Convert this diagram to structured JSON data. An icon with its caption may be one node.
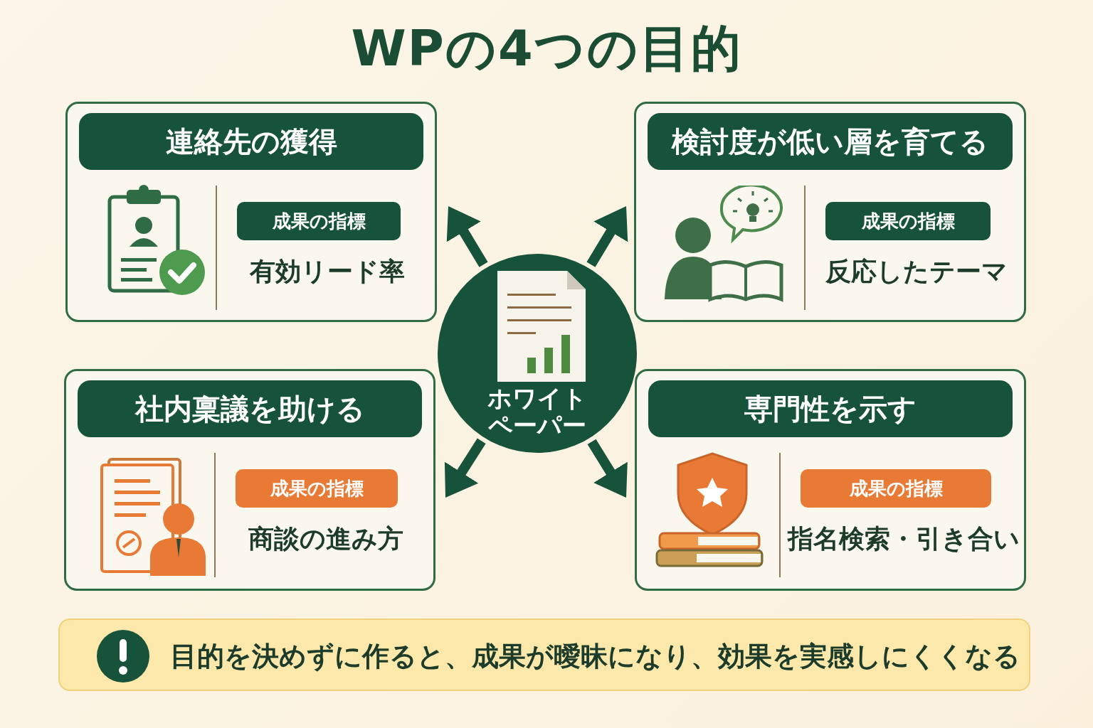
{
  "diagram": {
    "title": "WPの4つの目的",
    "nodes": [
      {
        "text": [
          "ホワイトペーパー"
        ]
      },
      {
        "text": [
          "連絡先の獲得",
          "有効リード率"
        ]
      },
      {
        "text": [
          "成果の指標"
        ],
        "in": 1
      },
      {
        "text": [
          "検討度が低い層を育てる",
          "反応したテーマ"
        ]
      },
      {
        "text": [
          "成果の指標"
        ],
        "in": 3
      },
      {
        "text": [
          "社内稟議を助ける",
          "商談の進み方"
        ]
      },
      {
        "text": [
          "成果の指標"
        ],
        "in": 5
      },
      {
        "text": [
          "専門性を示す",
          "指名検索・引き合い"
        ]
      },
      {
        "text": [
          "成果の指標"
        ],
        "in": 7
      },
      {
        "text": [
          "目的を決めずに作ると、成果が曖昧になり、効果を実感しにくくなる"
        ]
      }
    ],
    "edges": [
      {
        "from": 0,
        "to": 1,
        "arrow": "to"
      },
      {
        "from": 0,
        "to": 3,
        "arrow": "to"
      },
      {
        "from": 0,
        "to": 5,
        "arrow": "to"
      },
      {
        "from": 0,
        "to": 7,
        "arrow": "to"
      }
    ]
  }
}
